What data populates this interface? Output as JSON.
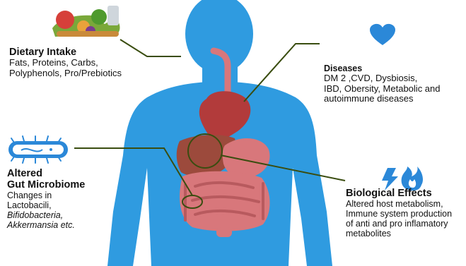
{
  "dietary": {
    "title": "Dietary Intake",
    "lines": [
      "Fats, Proteins, Carbs,",
      "Polyphenols, Pro/Prebiotics"
    ],
    "icon": "food-assortment-icon"
  },
  "diseases": {
    "title": "Diseases",
    "lines": [
      "DM 2 ,CVD, Dysbiosis,",
      "IBD, Obersity, Metabolic and",
      "autoimmune diseases"
    ],
    "icon": "heart-icon"
  },
  "microbiome": {
    "title_lines": [
      "Altered",
      "Gut Microbiome"
    ],
    "lines": [
      "Changes in",
      "Lactobacili,"
    ],
    "italic_lines": [
      "Bifidobacteria,",
      "Akkermansia etc."
    ],
    "icon": "bacterium-icon"
  },
  "effects": {
    "title": "Biological Effects",
    "lines": [
      "Altered host metabolism,",
      "Immune system production",
      "of anti and pro inflamatory",
      "metabolites"
    ],
    "icons": [
      "lightning-icon",
      "flame-icon"
    ]
  },
  "colors": {
    "body": "#2f9be0",
    "heart": "#b23b3b",
    "liver": "#9c4a3c",
    "intestine": "#d8777b",
    "connector": "#3a4d10",
    "icon_blue": "#2b88d8"
  }
}
